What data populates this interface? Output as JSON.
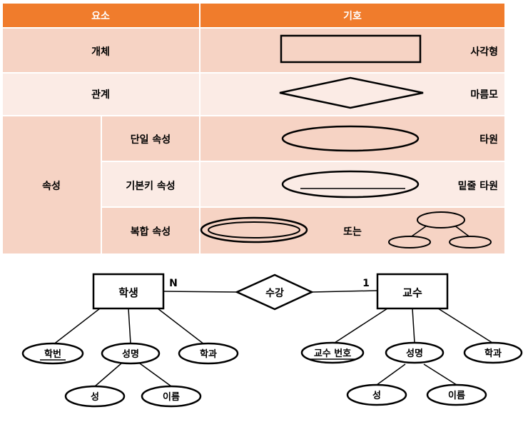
{
  "colors": {
    "header": "#f07c2c",
    "row_dark": "#f6d3c4",
    "row_light": "#fbebe5",
    "line": "#000000",
    "header_text": "#ffffff",
    "text": "#000000"
  },
  "table": {
    "headers": [
      "요소",
      "기호"
    ],
    "rows": {
      "entity": {
        "label": "개체",
        "shape_name": "사각형"
      },
      "relationship": {
        "label": "관계",
        "shape_name": "마름모"
      },
      "attribute": {
        "label": "속성",
        "single": {
          "label": "단일 속성",
          "shape_name": "타원"
        },
        "key": {
          "label": "기본키 속성",
          "shape_name": "밑줄 타원"
        },
        "composite": {
          "label": "복합 속성",
          "or_text": "또는"
        }
      }
    }
  },
  "er_diagram": {
    "student": {
      "name": "학생",
      "attributes": {
        "key": "학번",
        "name": "성명",
        "dept": "학과"
      },
      "name_parts": {
        "last": "성",
        "first": "이름"
      }
    },
    "relationship": {
      "name": "수강",
      "card_left": "N",
      "card_right": "1"
    },
    "professor": {
      "name": "교수",
      "attributes": {
        "key": "교수 번호",
        "name": "성명",
        "dept": "학과"
      },
      "name_parts": {
        "last": "성",
        "first": "이름"
      }
    }
  }
}
